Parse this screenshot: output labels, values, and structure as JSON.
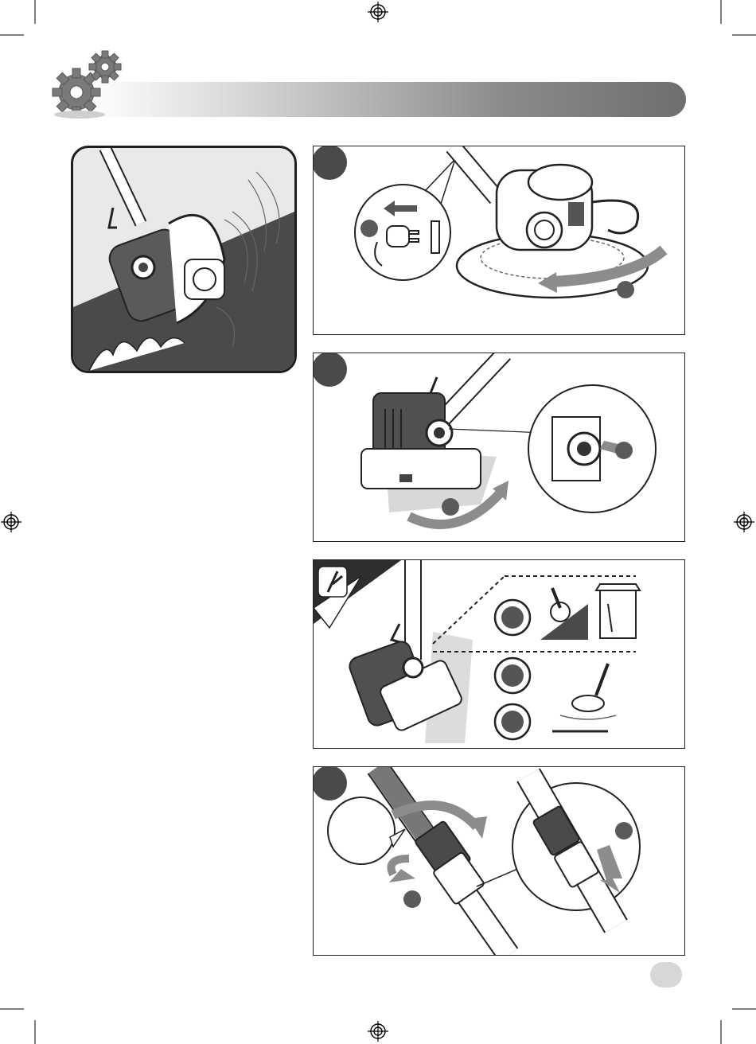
{
  "page": {
    "header_icon": "gears-icon",
    "header_title": ""
  },
  "panels": [
    {
      "id": "hero",
      "icon": "trimmer-edging-icon"
    },
    {
      "id": "step-1",
      "icons": [
        "arrow-left-icon",
        "plug-icon",
        "rotate-arrow-icon"
      ]
    },
    {
      "id": "step-2",
      "icons": [
        "push-button-icon",
        "rotate-arrow-icon"
      ]
    },
    {
      "id": "step-3",
      "icons": [
        "page-corner-icon",
        "mode-dial-icon",
        "storage-cabinet-icon",
        "trim-mode-icon"
      ]
    },
    {
      "id": "step-4",
      "icons": [
        "twist-collar-icon",
        "arrow-down-icon"
      ]
    }
  ],
  "colors": {
    "badge": "#4a4a4a",
    "arrow_gray": "#8c8c8c",
    "dark_shape": "#3c3c3c"
  }
}
